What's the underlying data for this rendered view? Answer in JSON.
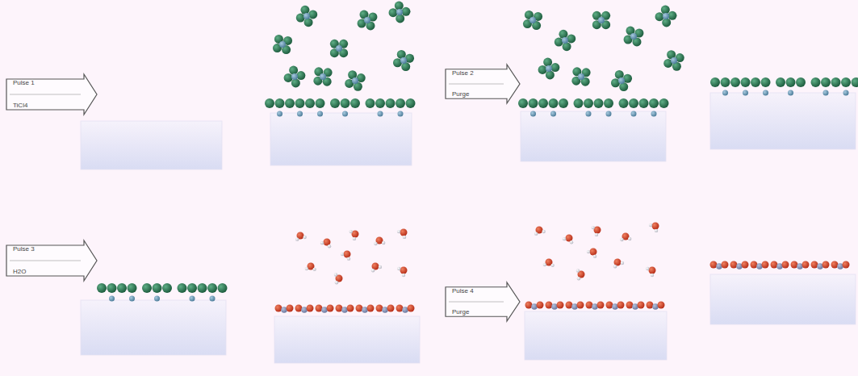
{
  "diagram": {
    "nodes": [
      {
        "text": [
          "Pulse 1",
          "TiCl4"
        ]
      },
      {
        "text": [
          "Pulse 2",
          "Purge"
        ]
      },
      {
        "text": [
          "Pulse 3",
          "H2O"
        ]
      },
      {
        "text": [
          "Pulse 4",
          "Purge"
        ]
      }
    ]
  }
}
